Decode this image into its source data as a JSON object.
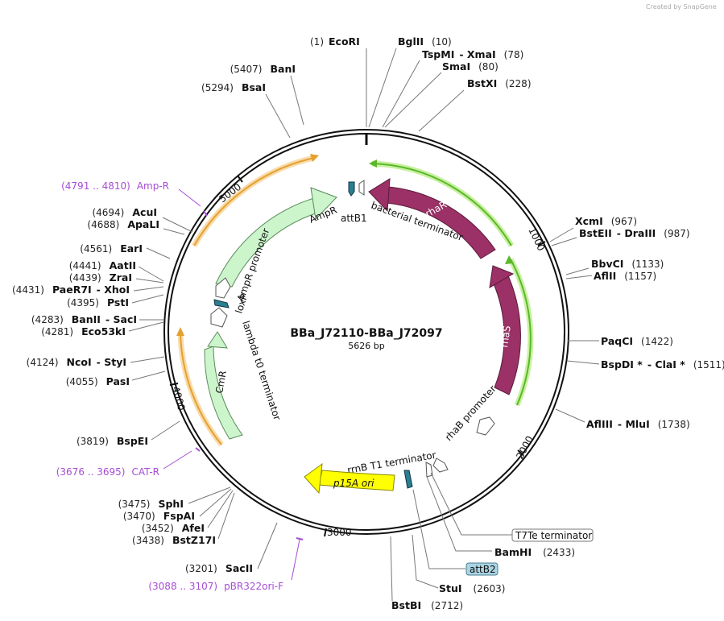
{
  "credit": "Created by SnapGene",
  "plasmid": {
    "name": "BBa_J72110-BBa_J72097",
    "length_label": "5626 bp"
  },
  "ticks": [
    "1000",
    "2000",
    "3000",
    "4000",
    "5000"
  ],
  "sites": [
    {
      "pos": "(1)",
      "name": "EcoRI"
    },
    {
      "name": "BglII",
      "pos": "(10)"
    },
    {
      "name": "TspMI",
      "extra": "XmaI",
      "pos": "(78)"
    },
    {
      "name": "SmaI",
      "pos": "(80)"
    },
    {
      "name": "BstXI",
      "pos": "(228)"
    },
    {
      "name": "XcmI",
      "pos": "(967)"
    },
    {
      "name": "BstEII",
      "extra": "DraIII",
      "pos": "(987)"
    },
    {
      "name": "BbvCI",
      "pos": "(1133)"
    },
    {
      "name": "AflII",
      "pos": "(1157)"
    },
    {
      "name": "PaqCI",
      "pos": "(1422)"
    },
    {
      "name": "BspDI *",
      "extra": "ClaI *",
      "pos": "(1511)"
    },
    {
      "name": "AflIII",
      "extra": "MluI",
      "pos": "(1738)"
    },
    {
      "name": "BamHI",
      "pos": "(2433)"
    },
    {
      "name": "StuI",
      "pos": "(2603)"
    },
    {
      "name": "BstBI",
      "pos": "(2712)"
    },
    {
      "pos": "(5407)",
      "name": "BanI"
    },
    {
      "pos": "(5294)",
      "name": "BsaI"
    },
    {
      "pos": "(4694)",
      "name": "AcuI"
    },
    {
      "pos": "(4688)",
      "name": "ApaLI"
    },
    {
      "pos": "(4561)",
      "name": "EarI"
    },
    {
      "pos": "(4441)",
      "name": "AatII"
    },
    {
      "pos": "(4439)",
      "name": "ZraI"
    },
    {
      "pos": "(4431)",
      "name": "PaeR7I",
      "extra": "XhoI"
    },
    {
      "pos": "(4395)",
      "name": "PstI"
    },
    {
      "pos": "(4283)",
      "name": "BanII",
      "extra": "SacI"
    },
    {
      "pos": "(4281)",
      "name": "Eco53kI"
    },
    {
      "pos": "(4124)",
      "name": "NcoI",
      "extra": "StyI"
    },
    {
      "pos": "(4055)",
      "name": "PasI"
    },
    {
      "pos": "(3819)",
      "name": "BspEI"
    },
    {
      "pos": "(3475)",
      "name": "SphI"
    },
    {
      "pos": "(3470)",
      "name": "FspAI"
    },
    {
      "pos": "(3452)",
      "name": "AfeI"
    },
    {
      "pos": "(3438)",
      "name": "BstZ17I"
    },
    {
      "pos": "(3201)",
      "name": "SacII"
    }
  ],
  "primers": [
    {
      "range": "(4791 .. 4810)",
      "name": "Amp-R"
    },
    {
      "range": "(3676 .. 3695)",
      "name": "CAT-R"
    },
    {
      "range": "(3088 .. 3107)",
      "name": "pBR322ori-F"
    }
  ],
  "features": {
    "rhaR": "rhaR",
    "rhaS": "rhaS",
    "bacterial_terminator": "bacterial terminator",
    "attB1": "attB1",
    "rhaB_promoter": "rhaB promoter",
    "rrnB_T1": "rrnB T1 terminator",
    "p15A": "p15A ori",
    "T7Te": "T7Te terminator",
    "attB2": "attB2",
    "AmpR": "AmpR",
    "AmpR_promoter": "AmpR promoter",
    "loxP": "loxP",
    "lambda_t0": "lambda t0 terminator",
    "CmR": "CmR"
  },
  "colors": {
    "rhaR": "#9b3166",
    "p15A": "#ffff00",
    "AmpR": "#ccf5cc",
    "orange": "#e6a030",
    "green": "#5ab82a",
    "teal": "#2a7f8f",
    "primer": "#a64dd6"
  }
}
